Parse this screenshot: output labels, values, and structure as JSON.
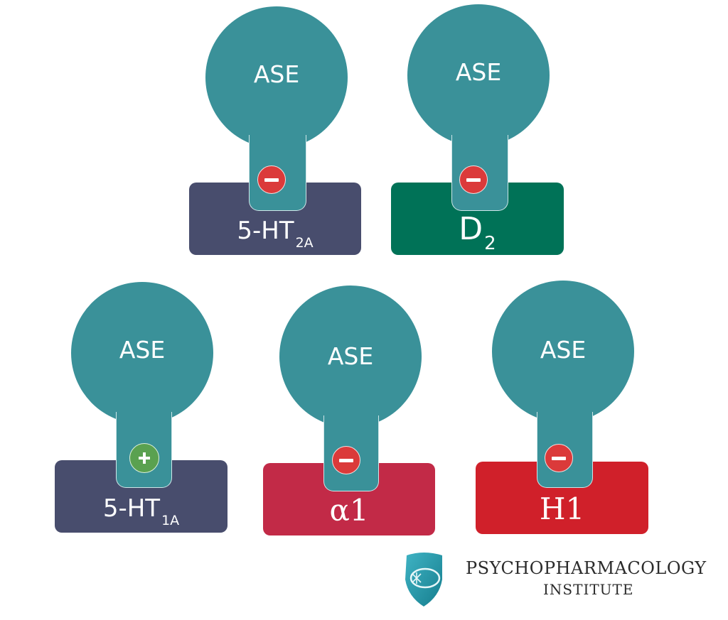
{
  "colors": {
    "ligand_teal": "#3A9199",
    "inhibit_red": "#DB3A3A",
    "agonist_green": "#5AA150",
    "receptor_5ht": "#484D6D",
    "receptor_d2": "#007257",
    "receptor_alpha1": "#C22A47",
    "receptor_h1": "#D0202A"
  },
  "units": [
    {
      "ligand": "ASE",
      "effect": "antagonist",
      "badge_symbol": "−",
      "receptor_main": "5-HT",
      "receptor_sub": "2A",
      "receptor_color": "#484D6D"
    },
    {
      "ligand": "ASE",
      "effect": "antagonist",
      "badge_symbol": "−",
      "receptor_main": "D",
      "receptor_sub": "2",
      "receptor_color": "#007257"
    },
    {
      "ligand": "ASE",
      "effect": "agonist",
      "badge_symbol": "+",
      "receptor_main": "5-HT",
      "receptor_sub": "1A",
      "receptor_color": "#484D6D"
    },
    {
      "ligand": "ASE",
      "effect": "antagonist",
      "badge_symbol": "−",
      "receptor_main": "α1",
      "receptor_sub": "",
      "receptor_color": "#C22A47"
    },
    {
      "ligand": "ASE",
      "effect": "antagonist",
      "badge_symbol": "−",
      "receptor_main": "H1",
      "receptor_sub": "",
      "receptor_color": "#D0202A"
    }
  ],
  "logo": {
    "line1": "PSYCHOPHARMACOLOGY",
    "line2": "INSTITUTE",
    "icon": "shield-neuron-icon"
  }
}
